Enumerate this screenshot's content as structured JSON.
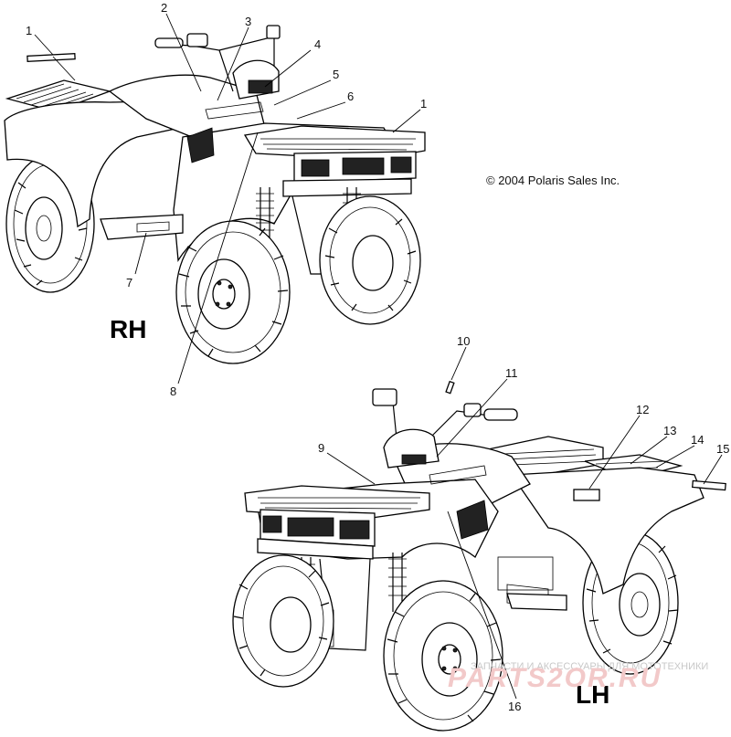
{
  "diagram": {
    "copyright": "© 2004 Polaris Sales Inc.",
    "views": {
      "rh": "RH",
      "lh": "LH"
    },
    "callouts_rh": [
      "1",
      "2",
      "3",
      "4",
      "5",
      "6",
      "1",
      "7",
      "8"
    ],
    "callouts_lh": [
      "10",
      "11",
      "9",
      "12",
      "13",
      "14",
      "15",
      "16"
    ],
    "watermark": {
      "tagline": "ЗАПЧАСТИ И АКСЕССУАРЫ ДЛЯ МОТОТЕХНИКИ",
      "site": "PARTS2OR.RU"
    }
  }
}
